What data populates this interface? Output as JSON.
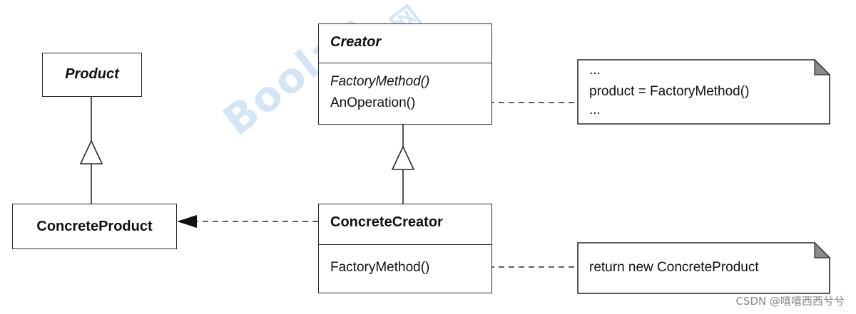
{
  "diagram": {
    "product": {
      "title": "Product"
    },
    "concrete_product": {
      "title": "ConcreteProduct"
    },
    "creator": {
      "title": "Creator",
      "operations": [
        "FactoryMethod()",
        "AnOperation()"
      ]
    },
    "concrete_creator": {
      "title": "ConcreteCreator",
      "operations": [
        "FactoryMethod()"
      ]
    },
    "note_creator": {
      "lines": [
        "...",
        "product = FactoryMethod()",
        "..."
      ]
    },
    "note_concrete_creator": {
      "lines": [
        "return new ConcreteProduct"
      ]
    }
  },
  "watermark": {
    "logo_text": "Boolan",
    "logo_cn": "博览网"
  },
  "footer": {
    "credit": "CSDN @嘻嘻西西兮兮"
  },
  "colors": {
    "line": "#2a2a2a",
    "watermark": "#3f8fd6",
    "note_corner": "#8a8a8a"
  }
}
